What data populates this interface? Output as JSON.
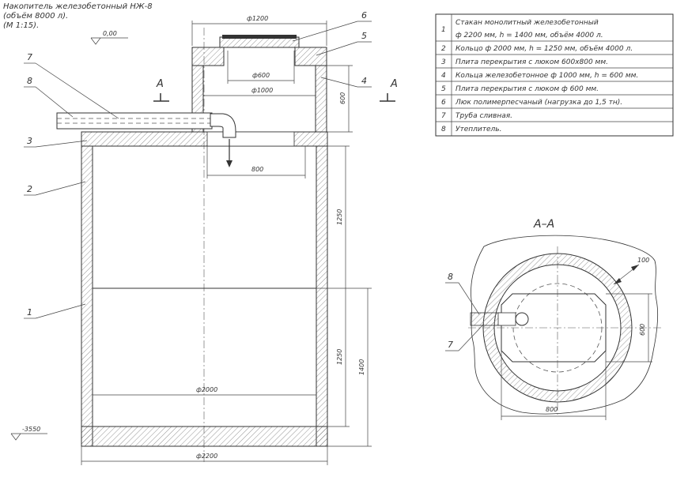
{
  "title": {
    "line1": "Накопитель железобетонный НЖ-8",
    "line2": "(объём 8000 л).",
    "line3": "(М 1:15)."
  },
  "spec_table": {
    "rows": [
      {
        "num": "1",
        "text": "Стакан монолитный железобетонный",
        "text2": "ф 2200 мм, h = 1400 мм, объём 4000 л."
      },
      {
        "num": "2",
        "text": "Кольцо ф 2000 мм, h = 1250 мм, объём 4000 л."
      },
      {
        "num": "3",
        "text": "Плита перекрытия с люком 600х800 мм."
      },
      {
        "num": "4",
        "text": "Кольца железобетонное ф 1000 мм, h = 600 мм."
      },
      {
        "num": "5",
        "text": "Плита перекрытия с люком ф 600 мм."
      },
      {
        "num": "6",
        "text": "Люк полимерпесчаный (нагрузка до 1,5 тн)."
      },
      {
        "num": "7",
        "text": "Труба сливная."
      },
      {
        "num": "8",
        "text": "Утеплитель."
      }
    ]
  },
  "elevations": {
    "top": "0,00",
    "bottom": "-3550"
  },
  "dimensions": {
    "d1200": "ф1200",
    "d600": "ф600",
    "d1000": "ф1000",
    "h600": "600",
    "w800": "800",
    "h1250a": "1250",
    "h1250b": "1250",
    "h1400": "1400",
    "d2000": "ф2000",
    "d2200": "ф2200"
  },
  "callouts": {
    "c1": "1",
    "c2": "2",
    "c3": "3",
    "c4": "4",
    "c5": "5",
    "c6": "6",
    "c7": "7",
    "c8": "8"
  },
  "section": {
    "marker": "А",
    "title": "А–А",
    "dim100": "100",
    "dim600": "600",
    "dim800": "800",
    "c7": "7",
    "c8": "8"
  }
}
